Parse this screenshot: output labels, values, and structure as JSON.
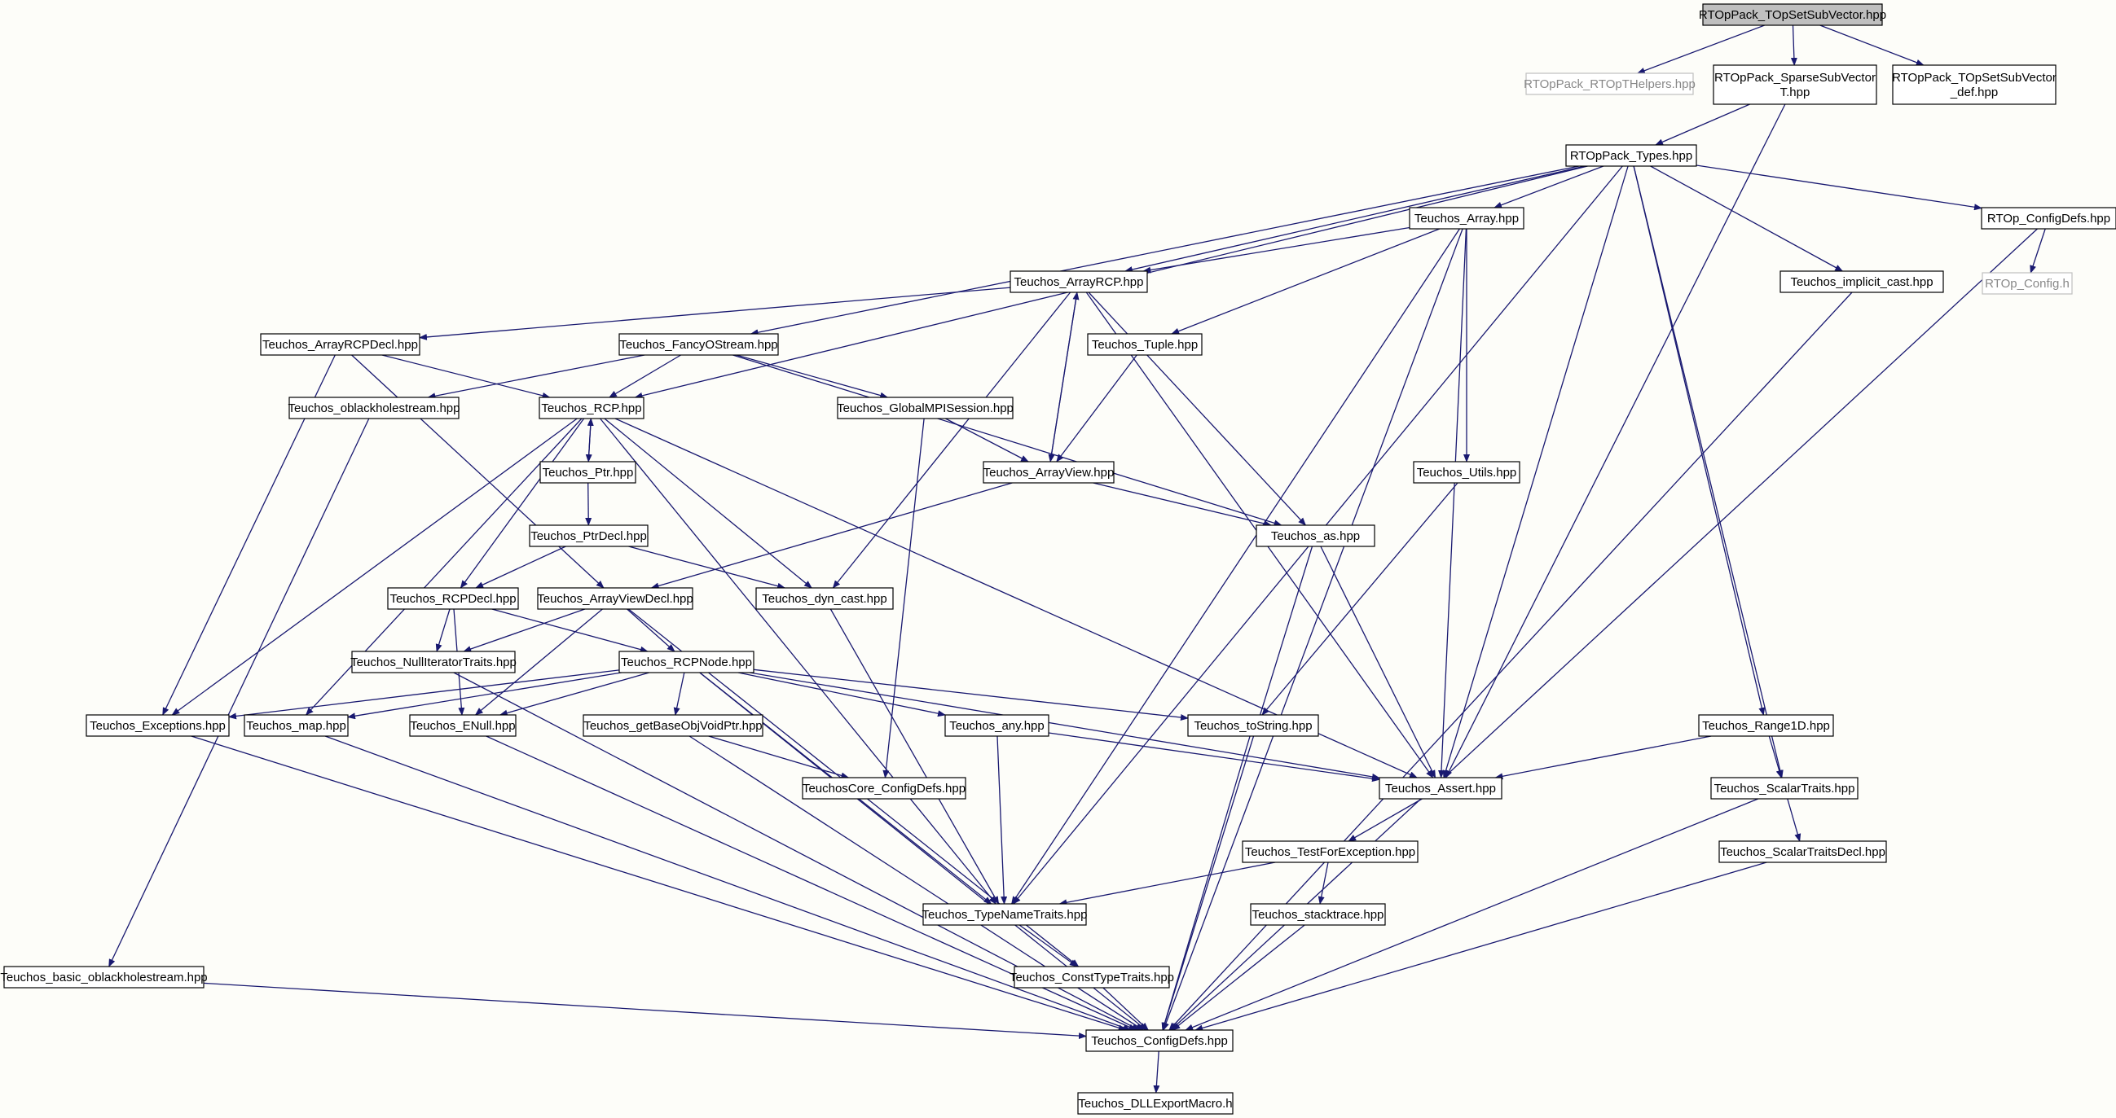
{
  "diagram": {
    "nodes": [
      {
        "id": "root",
        "label": "RTOpPack_TOpSetSubVector.hpp",
        "style": "focus"
      },
      {
        "id": "rtophelpers",
        "label": "RTOpPack_RTOpTHelpers.hpp",
        "style": "external"
      },
      {
        "id": "sparse",
        "label": [
          "RTOpPack_SparseSubVector",
          "T.hpp"
        ],
        "style": "normal"
      },
      {
        "id": "tsetdef",
        "label": [
          "RTOpPack_TOpSetSubVector",
          "_def.hpp"
        ],
        "style": "normal"
      },
      {
        "id": "types",
        "label": "RTOpPack_Types.hpp",
        "style": "normal"
      },
      {
        "id": "array",
        "label": "Teuchos_Array.hpp",
        "style": "normal"
      },
      {
        "id": "rtopcfgdefs",
        "label": "RTOp_ConfigDefs.hpp",
        "style": "normal"
      },
      {
        "id": "rtopcfgh",
        "label": "RTOp_Config.h",
        "style": "external"
      },
      {
        "id": "arrayrcp",
        "label": "Teuchos_ArrayRCP.hpp",
        "style": "normal"
      },
      {
        "id": "implicitcast",
        "label": "Teuchos_implicit_cast.hpp",
        "style": "normal"
      },
      {
        "id": "arrayrcpdecl",
        "label": "Teuchos_ArrayRCPDecl.hpp",
        "style": "normal"
      },
      {
        "id": "fancy",
        "label": "Teuchos_FancyOStream.hpp",
        "style": "normal"
      },
      {
        "id": "tuple",
        "label": "Teuchos_Tuple.hpp",
        "style": "normal"
      },
      {
        "id": "oblack",
        "label": "Teuchos_oblackholestream.hpp",
        "style": "normal"
      },
      {
        "id": "rcp",
        "label": "Teuchos_RCP.hpp",
        "style": "normal"
      },
      {
        "id": "globalmpi",
        "label": "Teuchos_GlobalMPISession.hpp",
        "style": "normal"
      },
      {
        "id": "ptr",
        "label": "Teuchos_Ptr.hpp",
        "style": "normal"
      },
      {
        "id": "arrayview",
        "label": "Teuchos_ArrayView.hpp",
        "style": "normal"
      },
      {
        "id": "utils",
        "label": "Teuchos_Utils.hpp",
        "style": "normal"
      },
      {
        "id": "ptrdecl",
        "label": "Teuchos_PtrDecl.hpp",
        "style": "normal"
      },
      {
        "id": "as",
        "label": "Teuchos_as.hpp",
        "style": "normal"
      },
      {
        "id": "rcpdecl",
        "label": "Teuchos_RCPDecl.hpp",
        "style": "normal"
      },
      {
        "id": "arrayviewdecl",
        "label": "Teuchos_ArrayViewDecl.hpp",
        "style": "normal"
      },
      {
        "id": "dyncast",
        "label": "Teuchos_dyn_cast.hpp",
        "style": "normal"
      },
      {
        "id": "nulliter",
        "label": "Teuchos_NullIteratorTraits.hpp",
        "style": "normal"
      },
      {
        "id": "rcpnode",
        "label": "Teuchos_RCPNode.hpp",
        "style": "normal"
      },
      {
        "id": "exceptions",
        "label": "Teuchos_Exceptions.hpp",
        "style": "normal"
      },
      {
        "id": "map",
        "label": "Teuchos_map.hpp",
        "style": "normal"
      },
      {
        "id": "enull",
        "label": "Teuchos_ENull.hpp",
        "style": "normal"
      },
      {
        "id": "getbase",
        "label": "Teuchos_getBaseObjVoidPtr.hpp",
        "style": "normal"
      },
      {
        "id": "any",
        "label": "Teuchos_any.hpp",
        "style": "normal"
      },
      {
        "id": "tostring",
        "label": "Teuchos_toString.hpp",
        "style": "normal"
      },
      {
        "id": "range1d",
        "label": "Teuchos_Range1D.hpp",
        "style": "normal"
      },
      {
        "id": "corecfg",
        "label": "TeuchosCore_ConfigDefs.hpp",
        "style": "normal"
      },
      {
        "id": "assert",
        "label": "Teuchos_Assert.hpp",
        "style": "normal"
      },
      {
        "id": "scalartraits",
        "label": "Teuchos_ScalarTraits.hpp",
        "style": "normal"
      },
      {
        "id": "testforexc",
        "label": "Teuchos_TestForException.hpp",
        "style": "normal"
      },
      {
        "id": "scalartraitsdecl",
        "label": "Teuchos_ScalarTraitsDecl.hpp",
        "style": "normal"
      },
      {
        "id": "typename",
        "label": "Teuchos_TypeNameTraits.hpp",
        "style": "normal"
      },
      {
        "id": "stacktrace",
        "label": "Teuchos_stacktrace.hpp",
        "style": "normal"
      },
      {
        "id": "basicoblack",
        "label": "Teuchos_basic_oblackholestream.hpp",
        "style": "normal"
      },
      {
        "id": "consttype",
        "label": "Teuchos_ConstTypeTraits.hpp",
        "style": "normal"
      },
      {
        "id": "configdefs",
        "label": "Teuchos_ConfigDefs.hpp",
        "style": "normal"
      },
      {
        "id": "dllexport",
        "label": "Teuchos_DLLExportMacro.h",
        "style": "normal"
      }
    ],
    "edges": [
      [
        "root",
        "rtophelpers"
      ],
      [
        "root",
        "sparse"
      ],
      [
        "root",
        "tsetdef"
      ],
      [
        "sparse",
        "types"
      ],
      [
        "sparse",
        "assert"
      ],
      [
        "types",
        "array"
      ],
      [
        "types",
        "rtopcfgdefs"
      ],
      [
        "types",
        "arrayrcp"
      ],
      [
        "types",
        "implicitcast"
      ],
      [
        "types",
        "fancy"
      ],
      [
        "types",
        "rcp"
      ],
      [
        "types",
        "typename"
      ],
      [
        "types",
        "assert"
      ],
      [
        "types",
        "range1d"
      ],
      [
        "types",
        "scalartraits"
      ],
      [
        "rtopcfgdefs",
        "rtopcfgh"
      ],
      [
        "rtopcfgdefs",
        "configdefs"
      ],
      [
        "implicitcast",
        "configdefs"
      ],
      [
        "array",
        "arrayrcp"
      ],
      [
        "array",
        "tuple"
      ],
      [
        "array",
        "utils"
      ],
      [
        "array",
        "assert"
      ],
      [
        "array",
        "typename"
      ],
      [
        "array",
        "configdefs"
      ],
      [
        "arrayrcp",
        "arrayrcpdecl"
      ],
      [
        "arrayrcp",
        "arrayview"
      ],
      [
        "arrayrcp",
        "dyncast"
      ],
      [
        "arrayrcp",
        "as"
      ],
      [
        "arrayrcp",
        "assert"
      ],
      [
        "arrayrcpdecl",
        "rcp"
      ],
      [
        "arrayrcpdecl",
        "arrayviewdecl"
      ],
      [
        "arrayrcpdecl",
        "exceptions"
      ],
      [
        "fancy",
        "rcp"
      ],
      [
        "fancy",
        "oblack"
      ],
      [
        "fancy",
        "globalmpi"
      ],
      [
        "fancy",
        "as"
      ],
      [
        "tuple",
        "arrayview"
      ],
      [
        "oblack",
        "basicoblack"
      ],
      [
        "rcp",
        "ptr"
      ],
      [
        "rcp",
        "rcpdecl"
      ],
      [
        "rcp",
        "dyncast"
      ],
      [
        "rcp",
        "map"
      ],
      [
        "rcp",
        "exceptions"
      ],
      [
        "rcp",
        "assert"
      ],
      [
        "rcp",
        "typename"
      ],
      [
        "ptr",
        "rcp"
      ],
      [
        "ptr",
        "ptrdecl"
      ],
      [
        "ptrdecl",
        "rcpdecl"
      ],
      [
        "ptrdecl",
        "dyncast"
      ],
      [
        "globalmpi",
        "arrayview"
      ],
      [
        "globalmpi",
        "corecfg"
      ],
      [
        "arrayview",
        "arrayrcp"
      ],
      [
        "arrayview",
        "arrayviewdecl"
      ],
      [
        "arrayview",
        "as"
      ],
      [
        "utils",
        "tostring"
      ],
      [
        "as",
        "assert"
      ],
      [
        "as",
        "configdefs"
      ],
      [
        "rcpdecl",
        "nulliter"
      ],
      [
        "rcpdecl",
        "rcpnode"
      ],
      [
        "rcpdecl",
        "enull"
      ],
      [
        "arrayviewdecl",
        "nulliter"
      ],
      [
        "arrayviewdecl",
        "rcpnode"
      ],
      [
        "arrayviewdecl",
        "enull"
      ],
      [
        "arrayviewdecl",
        "consttype"
      ],
      [
        "dyncast",
        "typename"
      ],
      [
        "nulliter",
        "configdefs"
      ],
      [
        "rcpnode",
        "exceptions"
      ],
      [
        "rcpnode",
        "map"
      ],
      [
        "rcpnode",
        "enull"
      ],
      [
        "rcpnode",
        "getbase"
      ],
      [
        "rcpnode",
        "any"
      ],
      [
        "rcpnode",
        "tostring"
      ],
      [
        "rcpnode",
        "assert"
      ],
      [
        "rcpnode",
        "typename"
      ],
      [
        "rcpnode",
        "configdefs"
      ],
      [
        "exceptions",
        "configdefs"
      ],
      [
        "map",
        "configdefs"
      ],
      [
        "enull",
        "configdefs"
      ],
      [
        "getbase",
        "corecfg"
      ],
      [
        "getbase",
        "configdefs"
      ],
      [
        "any",
        "assert"
      ],
      [
        "any",
        "typename"
      ],
      [
        "tostring",
        "configdefs"
      ],
      [
        "range1d",
        "assert"
      ],
      [
        "range1d",
        "scalartraits"
      ],
      [
        "assert",
        "testforexc"
      ],
      [
        "scalartraits",
        "scalartraitsdecl"
      ],
      [
        "scalartraits",
        "configdefs"
      ],
      [
        "testforexc",
        "typename"
      ],
      [
        "testforexc",
        "stacktrace"
      ],
      [
        "scalartraitsdecl",
        "configdefs"
      ],
      [
        "typename",
        "consttype"
      ],
      [
        "stacktrace",
        "configdefs"
      ],
      [
        "basicoblack",
        "configdefs"
      ],
      [
        "consttype",
        "configdefs"
      ],
      [
        "configdefs",
        "dllexport"
      ]
    ]
  },
  "colors": {
    "edge": "#191970",
    "node_border": "#000000",
    "external_border": "#bfbfbf",
    "focus_fill": "#bfbfbf",
    "node_fill": "#ffffff",
    "background": "#fdfdf9"
  }
}
